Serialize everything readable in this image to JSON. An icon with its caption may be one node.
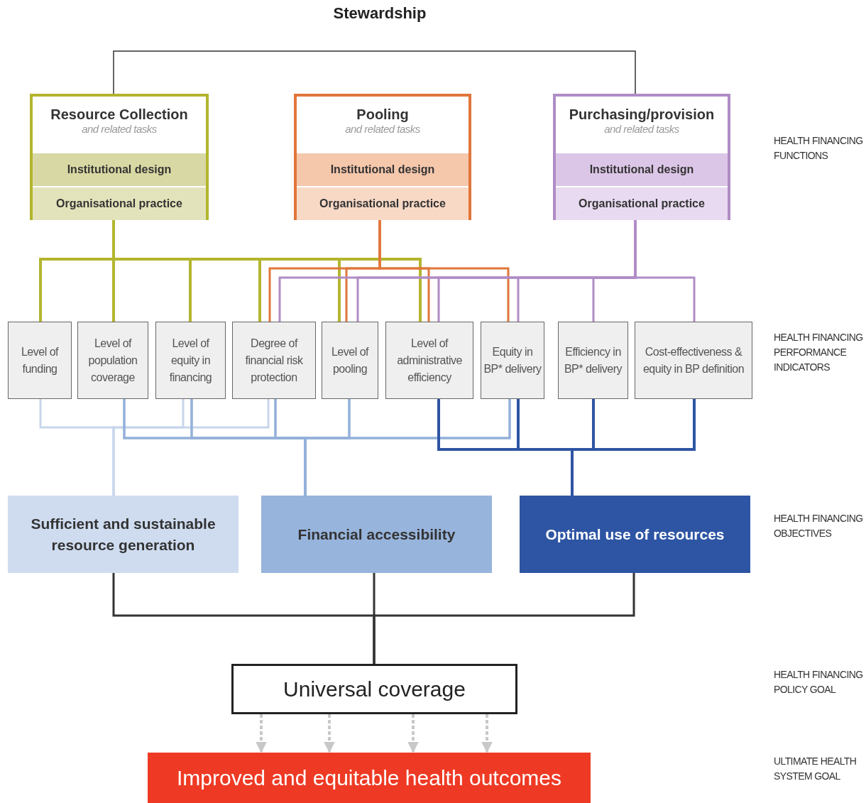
{
  "diagram": {
    "title": "Stewardship",
    "nodes": [
      {
        "text": [
          "Resource Collection",
          "and related tasks"
        ]
      },
      {
        "text": [
          "Institutional design"
        ],
        "in": 0
      },
      {
        "text": [
          "Organisational practice"
        ],
        "in": 0
      },
      {
        "text": [
          "Pooling",
          "and related tasks"
        ]
      },
      {
        "text": [
          "Institutional design"
        ],
        "in": 3
      },
      {
        "text": [
          "Organisational practice"
        ],
        "in": 3
      },
      {
        "text": [
          "Purchasing/provision",
          "and related tasks"
        ]
      },
      {
        "text": [
          "Institutional design"
        ],
        "in": 6
      },
      {
        "text": [
          "Organisational practice"
        ],
        "in": 6
      },
      {
        "text": [
          "Level of funding"
        ]
      },
      {
        "text": [
          "Level of population coverage"
        ]
      },
      {
        "text": [
          "Level of equity in financing"
        ]
      },
      {
        "text": [
          "Degree of financial risk protection"
        ]
      },
      {
        "text": [
          "Level of pooling"
        ]
      },
      {
        "text": [
          "Level of administrative efficiency"
        ]
      },
      {
        "text": [
          "Equity in BP* delivery"
        ]
      },
      {
        "text": [
          "Efficiency in BP* delivery"
        ]
      },
      {
        "text": [
          "Cost-effectiveness & equity in BP definition"
        ]
      },
      {
        "text": [
          "Sufficient and sustainable resource generation"
        ]
      },
      {
        "text": [
          "Financial accessibility"
        ]
      },
      {
        "text": [
          "Optimal use of resources"
        ]
      },
      {
        "text": [
          "Universal coverage"
        ]
      },
      {
        "text": [
          "Improved and equitable health outcomes"
        ]
      }
    ],
    "edges": [
      {
        "from": 0,
        "to": 6,
        "arrow": "none",
        "color": "#333333"
      },
      {
        "from": 0,
        "to": 9,
        "arrow": "none",
        "color": "#b3b52f"
      },
      {
        "from": 0,
        "to": 10,
        "arrow": "none",
        "color": "#b3b52f"
      },
      {
        "from": 0,
        "to": 11,
        "arrow": "none",
        "color": "#b3b52f"
      },
      {
        "from": 0,
        "to": 12,
        "arrow": "none",
        "color": "#b3b52f"
      },
      {
        "from": 0,
        "to": 13,
        "arrow": "none",
        "color": "#b3b52f"
      },
      {
        "from": 0,
        "to": 14,
        "arrow": "none",
        "color": "#b3b52f"
      },
      {
        "from": 3,
        "to": 12,
        "arrow": "none",
        "color": "#e0763a"
      },
      {
        "from": 3,
        "to": 13,
        "arrow": "none",
        "color": "#e0763a"
      },
      {
        "from": 3,
        "to": 14,
        "arrow": "none",
        "color": "#e0763a"
      },
      {
        "from": 3,
        "to": 15,
        "arrow": "none",
        "color": "#e0763a"
      },
      {
        "from": 6,
        "to": 12,
        "arrow": "none",
        "color": "#b08cc5"
      },
      {
        "from": 6,
        "to": 13,
        "arrow": "none",
        "color": "#b08cc5"
      },
      {
        "from": 6,
        "to": 14,
        "arrow": "none",
        "color": "#b08cc5"
      },
      {
        "from": 6,
        "to": 15,
        "arrow": "none",
        "color": "#b08cc5"
      },
      {
        "from": 6,
        "to": 16,
        "arrow": "none",
        "color": "#b08cc5"
      },
      {
        "from": 6,
        "to": 17,
        "arrow": "none",
        "color": "#b08cc5"
      },
      {
        "from": 9,
        "to": 18,
        "arrow": "none",
        "color": "#c8d6ec"
      },
      {
        "from": 11,
        "to": 18,
        "arrow": "none",
        "color": "#c8d6ec"
      },
      {
        "from": 12,
        "to": 18,
        "arrow": "none",
        "color": "#c8d6ec"
      },
      {
        "from": 10,
        "to": 19,
        "arrow": "none",
        "color": "#93b0d9"
      },
      {
        "from": 11,
        "to": 19,
        "arrow": "none",
        "color": "#93b0d9"
      },
      {
        "from": 12,
        "to": 19,
        "arrow": "none",
        "color": "#93b0d9"
      },
      {
        "from": 13,
        "to": 19,
        "arrow": "none",
        "color": "#93b0d9"
      },
      {
        "from": 15,
        "to": 19,
        "arrow": "none",
        "color": "#93b0d9"
      },
      {
        "from": 14,
        "to": 20,
        "arrow": "none",
        "color": "#2e55a4"
      },
      {
        "from": 15,
        "to": 20,
        "arrow": "none",
        "color": "#2e55a4"
      },
      {
        "from": 16,
        "to": 20,
        "arrow": "none",
        "color": "#2e55a4"
      },
      {
        "from": 17,
        "to": 20,
        "arrow": "none",
        "color": "#2e55a4"
      },
      {
        "from": 18,
        "to": 21,
        "arrow": "none",
        "color": "#333333"
      },
      {
        "from": 19,
        "to": 21,
        "arrow": "none",
        "color": "#333333"
      },
      {
        "from": 20,
        "to": 21,
        "arrow": "none",
        "color": "#333333"
      },
      {
        "from": 21,
        "to": 22,
        "arrow": "to",
        "style": "dashed",
        "color": "#c8c8c8"
      },
      {
        "from": 21,
        "to": 22,
        "arrow": "to",
        "style": "dashed",
        "color": "#c8c8c8"
      },
      {
        "from": 21,
        "to": 22,
        "arrow": "to",
        "style": "dashed",
        "color": "#c8c8c8"
      },
      {
        "from": 21,
        "to": 22,
        "arrow": "to",
        "style": "dashed",
        "color": "#c8c8c8"
      }
    ],
    "labels": [
      "HEALTH FINANCING FUNCTIONS",
      "HEALTH FINANCING PERFORMANCE INDICATORS",
      "HEALTH FINANCING OBJECTIVES",
      "HEALTH FINANCING POLICY GOAL",
      "ULTIMATE HEALTH SYSTEM GOAL"
    ]
  }
}
